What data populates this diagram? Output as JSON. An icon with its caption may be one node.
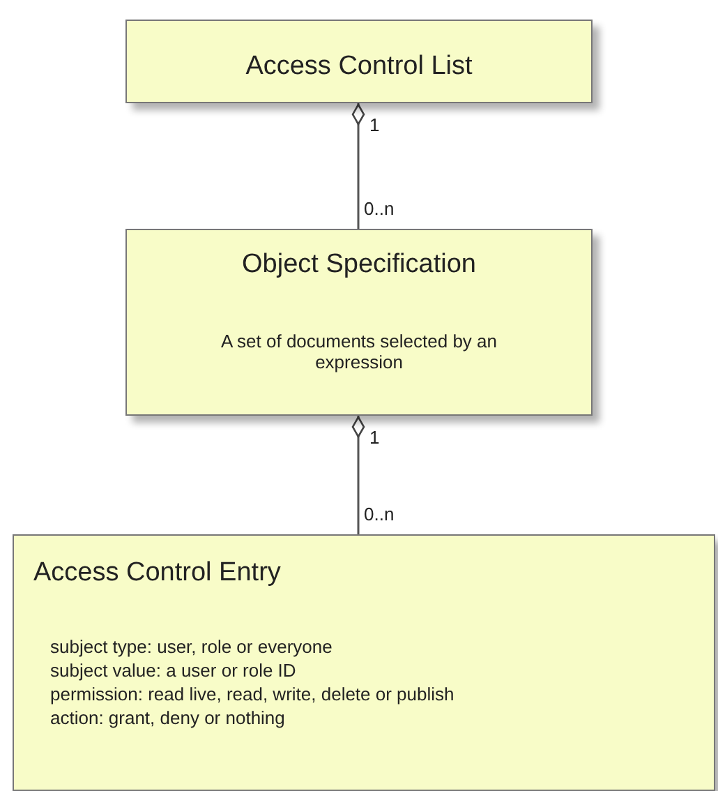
{
  "diagram": {
    "nodes": [
      {
        "text": [
          "Access Control List"
        ]
      },
      {
        "text": [
          "Object Specification",
          "A set of documents selected by an expression"
        ]
      },
      {
        "text": [
          "Access Control Entry",
          "subject type: user, role or everyone",
          "subject value: a user or role ID",
          "permission: read live, read, write, delete or publish",
          "action: grant, deny or nothing"
        ]
      }
    ],
    "edges": [
      {
        "from": 0,
        "to": 1,
        "arrow": "other"
      },
      {
        "from": 1,
        "to": 2,
        "arrow": "other"
      }
    ],
    "labels": [
      "1",
      "0..n",
      "1",
      "0..n"
    ]
  }
}
